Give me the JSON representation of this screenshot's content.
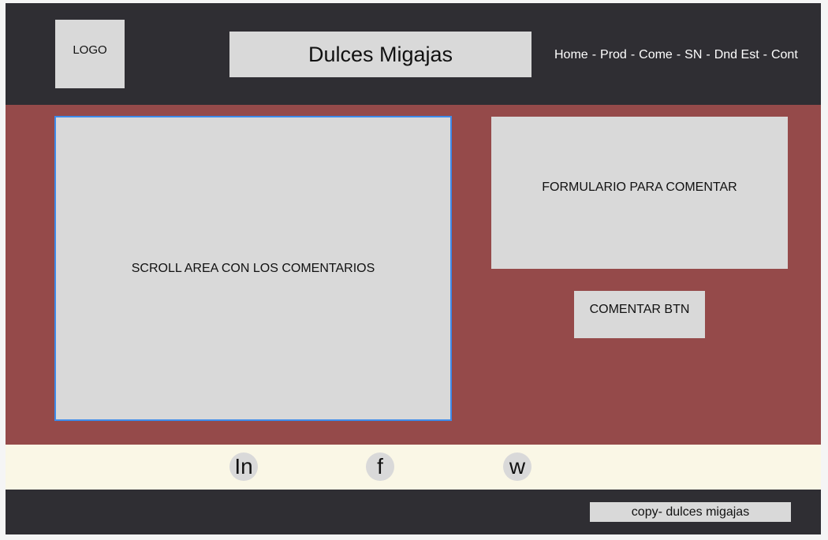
{
  "header": {
    "logo_label": "LOGO",
    "title": "Dulces Migajas",
    "nav": {
      "items": [
        "Home",
        "Prod",
        "Come",
        "SN",
        "Dnd Est",
        "Cont"
      ],
      "separator": "-"
    }
  },
  "main": {
    "scroll_area_label": "SCROLL AREA CON LOS COMENTARIOS",
    "form_label": "FORMULARIO PARA COMENTAR",
    "comment_button_label": "COMENTAR BTN"
  },
  "social": {
    "linkedin": "In",
    "facebook": "f",
    "whatsapp": "w"
  },
  "footer": {
    "copyright": "copy- dulces migajas"
  },
  "colors": {
    "header_bg": "#2f2e33",
    "main_bg": "#954a4a",
    "placeholder_bg": "#d9d9d9",
    "social_bar_bg": "#faf7e6",
    "selection_border": "#3d8bea"
  }
}
